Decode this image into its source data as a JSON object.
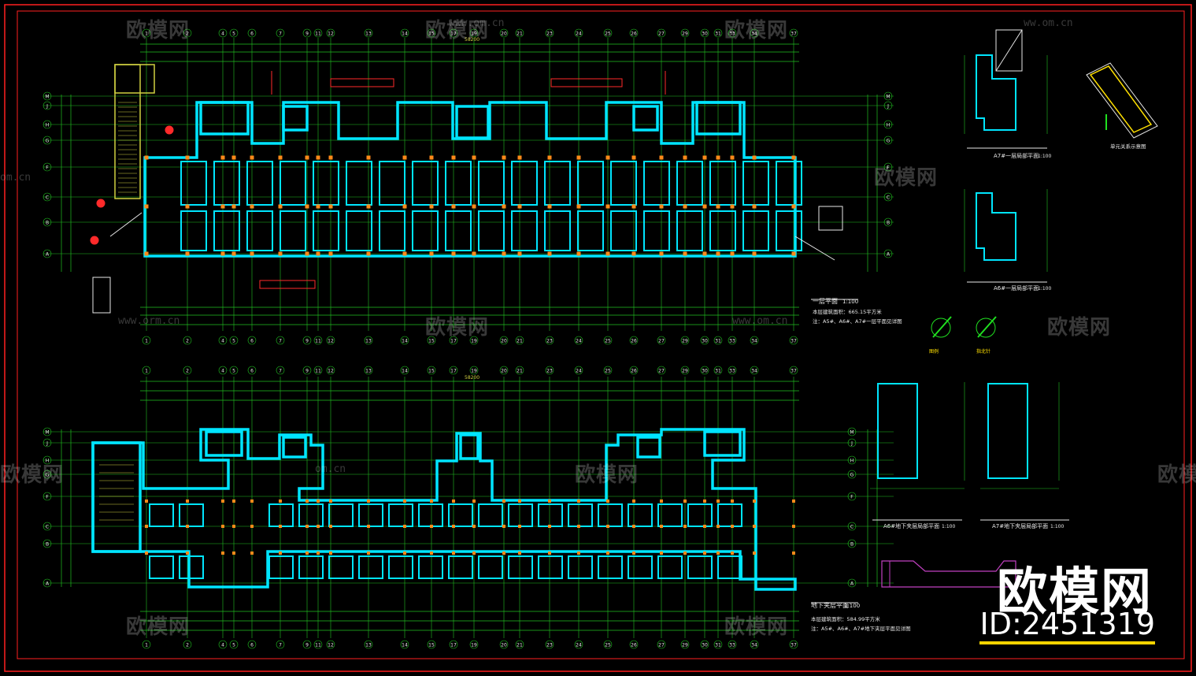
{
  "watermark": {
    "brand": "欧模网",
    "url": "www.om.cn",
    "url_partial": "om.cn",
    "url_variant": "www.orm.cn",
    "url_variant2": "ww.om.cn",
    "id_text": "ID:2451319"
  },
  "plans": {
    "first_floor": {
      "title": "一层平面",
      "scale": "1:100",
      "note_1": "本层建筑面积：665.15平方米",
      "note_2": "注：A5#、A6#、A7#一层平面见详图",
      "axis_labels_top": [
        "1",
        "2",
        "4",
        "5",
        "6",
        "7",
        "9",
        "11",
        "12",
        "13",
        "14",
        "15",
        "17",
        "19",
        "20",
        "21",
        "23",
        "24",
        "25",
        "26",
        "27",
        "29",
        "30",
        "31",
        "33",
        "34",
        "37"
      ],
      "axis_labels_side": [
        "M",
        "J",
        "H",
        "G",
        "F",
        "C",
        "B",
        "A"
      ],
      "total_dim": "58200"
    },
    "basement": {
      "title": "地下夹层平面",
      "scale": "1:100",
      "note_1": "本层建筑面积：584.99平方米",
      "note_2": "注：A5#、A6#、A7#地下夹层平面见详图",
      "total_dim": "58200"
    },
    "details": [
      {
        "title": "A7#一层局部平面",
        "scale": "1:100"
      },
      {
        "title": "A6#一层局部平面",
        "scale": "1:100"
      },
      {
        "title": "A6#地下夹层局部平面",
        "scale": "1:100"
      },
      {
        "title": "A7#地下夹层局部平面",
        "scale": "1:100"
      },
      {
        "title": "单元关系示意图",
        "scale": ""
      }
    ],
    "legend_1": "图例",
    "legend_2": "指北针"
  },
  "colors": {
    "background": "#000000",
    "frame": "#ff2020",
    "wall": "#00e5ff",
    "axis": "#20d020",
    "dim": "#20c020",
    "column": "#ff8a1a",
    "text": "#e8e8e8",
    "red_marks": "#ff2a2a",
    "yellow": "#ffe000",
    "magenta": "#e040e0",
    "blue": "#2040ff"
  }
}
